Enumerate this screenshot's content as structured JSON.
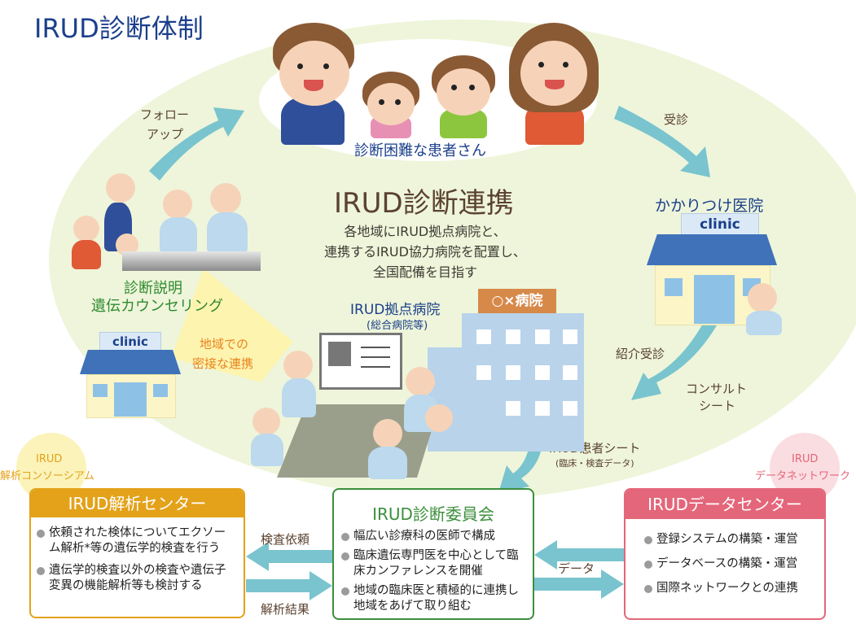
{
  "title": "IRUD診断体制",
  "patients": {
    "label": "診断困難な患者さん"
  },
  "center": {
    "title": "IRUD診断連携",
    "description_lines": [
      "各地域にIRUD拠点病院と、",
      "連携するIRUD協力病院を配置し、",
      "全国配備を目指す"
    ]
  },
  "flow_labels": {
    "follow_up_line1": "フォロー",
    "follow_up_line2": "アップ",
    "visit": "受診",
    "referral_visit": "紹介受診",
    "consult_line1": "コンサルト",
    "consult_line2": "シート",
    "patient_sheet": "IRUD患者シート",
    "patient_sheet_sub": "(臨床・検査データ)",
    "test_request": "検査依頼",
    "analysis_result": "解析結果",
    "data": "データ"
  },
  "family_doctor": {
    "label": "かかりつけ医院",
    "sign": "clinic"
  },
  "local_clinic": {
    "sign": "clinic"
  },
  "counseling": {
    "line1": "診断説明",
    "line2": "遺伝カウンセリング"
  },
  "regional": {
    "line1": "地域での",
    "line2": "密接な連携"
  },
  "hub_hospital": {
    "label": "IRUD拠点病院",
    "sub": "(総合病院等)",
    "sign": "○×病院"
  },
  "analysis_consortium": {
    "line1": "IRUD",
    "line2": "解析コンソーシアム"
  },
  "data_network": {
    "line1": "IRUD",
    "line2": "データネットワーク"
  },
  "analysis_center": {
    "title": "IRUD解析センター",
    "color": "#e3a21a",
    "items": [
      "依頼された検体についてエクソーム解析*等の遺伝学的検査を行う",
      "遺伝学的検査以外の検査や遺伝子変異の機能解析等も検討する"
    ]
  },
  "committee": {
    "title": "IRUD診断委員会",
    "color": "#3c8f3c",
    "items": [
      "幅広い診療科の医師で構成",
      "臨床遺伝専門医を中心として臨床カンファレンスを開催",
      "地域の臨床医と積極的に連携し地域をあげて取り組む"
    ]
  },
  "data_center": {
    "title": "IRUDデータセンター",
    "color": "#e4667a",
    "items": [
      "登録システムの構築・運営",
      "データベースの構築・運営",
      "国際ネットワークとの連携"
    ]
  },
  "colors": {
    "arrow": "#79c4ce",
    "ellipse": "#eef5da",
    "title_blue": "#1b3f8b",
    "label_brown": "#5b4230"
  }
}
